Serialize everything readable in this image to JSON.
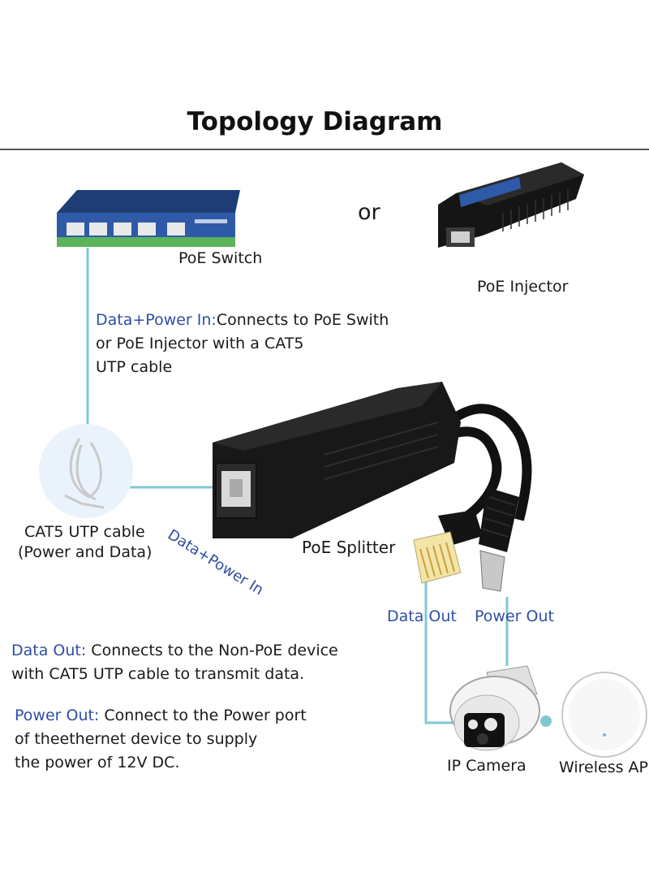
{
  "title": "Topology Diagram",
  "colors": {
    "connector": "#7fc7d3",
    "highlight": "#2f4fa6",
    "device": "#1c1c1c",
    "switch_body": "#2e5aa8"
  },
  "labels": {
    "or": "or",
    "poe_switch": "PoE Switch",
    "poe_injector": "PoE Injector",
    "cable_1": "CAT5 UTP cable",
    "cable_2": "(Power and Data)",
    "splitter": "PoE Splitter",
    "data_power_in": "Data+Power In",
    "data_out": "Data Out",
    "power_out": "Power Out",
    "ip_camera": "IP Camera",
    "wireless_ap": "Wireless AP"
  },
  "notes": {
    "in_head": "Data+Power In:",
    "in_line1": "Connects to PoE Swith",
    "in_line2": "or PoE Injector with a CAT5",
    "in_line3": "UTP cable",
    "dout_head": "Data Out:",
    "dout_line1": " Connects to the Non-PoE device",
    "dout_line2": "with CAT5 UTP cable to transmit data.",
    "pout_head": "Power Out:",
    "pout_line1": " Connect to the Power port",
    "pout_line2": "of theethernet device to supply",
    "pout_line3": "the power of 12V DC."
  },
  "icons": [
    "switch-icon",
    "injector-icon",
    "cable-coil-icon",
    "splitter-icon",
    "rj45-plug-icon",
    "dc-plug-icon",
    "camera-icon",
    "wireless-ap-icon"
  ]
}
